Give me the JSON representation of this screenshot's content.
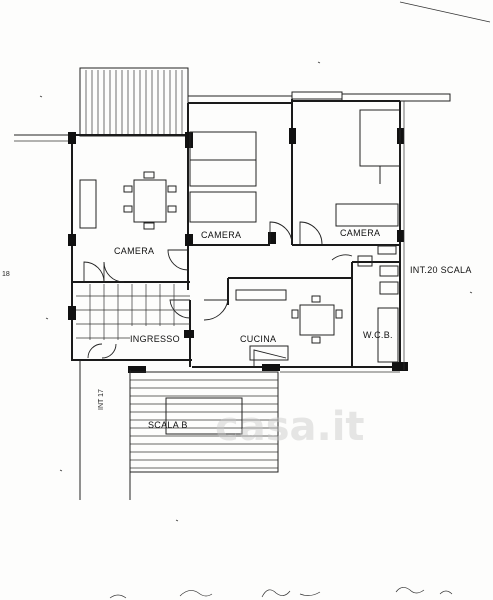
{
  "rooms": {
    "camera_left": "CAMERA",
    "camera_center": "CAMERA",
    "camera_right": "CAMERA",
    "cucina": "CUCINA",
    "ingresso": "INGRESSO",
    "wc": "W.C.B.",
    "scala": "SCALA B"
  },
  "annotations": {
    "int_scala": "INT.20 SCALA",
    "left_number": "18",
    "side_label": "INT 17"
  },
  "watermark": "casa.it"
}
